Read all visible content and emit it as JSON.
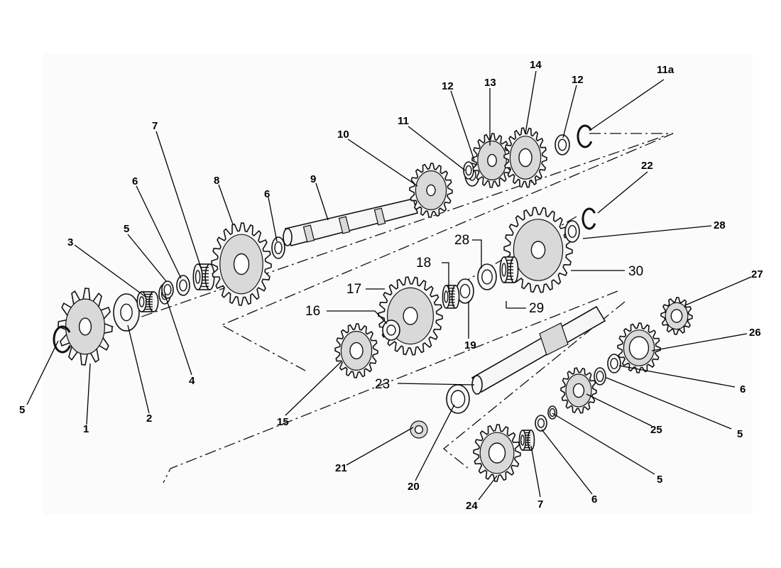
{
  "diagram": {
    "labels": [
      {
        "key": "l1",
        "text": "1"
      },
      {
        "key": "l2",
        "text": "2"
      },
      {
        "key": "l3",
        "text": "3"
      },
      {
        "key": "l4",
        "text": "4"
      },
      {
        "key": "l5a",
        "text": "5"
      },
      {
        "key": "l5b",
        "text": "5"
      },
      {
        "key": "l5c",
        "text": "5"
      },
      {
        "key": "l5d",
        "text": "5"
      },
      {
        "key": "l6a",
        "text": "6"
      },
      {
        "key": "l6b",
        "text": "6"
      },
      {
        "key": "l6c",
        "text": "6"
      },
      {
        "key": "l6d",
        "text": "6"
      },
      {
        "key": "l7a",
        "text": "7"
      },
      {
        "key": "l7b",
        "text": "7"
      },
      {
        "key": "l8",
        "text": "8"
      },
      {
        "key": "l9",
        "text": "9"
      },
      {
        "key": "l10",
        "text": "10"
      },
      {
        "key": "l11",
        "text": "11"
      },
      {
        "key": "l11a",
        "text": "11a"
      },
      {
        "key": "l12a",
        "text": "12"
      },
      {
        "key": "l12b",
        "text": "12"
      },
      {
        "key": "l13",
        "text": "13"
      },
      {
        "key": "l14",
        "text": "14"
      },
      {
        "key": "l15",
        "text": "15"
      },
      {
        "key": "l16",
        "text": "16"
      },
      {
        "key": "l17",
        "text": "17"
      },
      {
        "key": "l18",
        "text": "18"
      },
      {
        "key": "l19",
        "text": "19"
      },
      {
        "key": "l20",
        "text": "20"
      },
      {
        "key": "l21",
        "text": "21"
      },
      {
        "key": "l22",
        "text": "22"
      },
      {
        "key": "l23",
        "text": "23"
      },
      {
        "key": "l24",
        "text": "24"
      },
      {
        "key": "l25",
        "text": "25"
      },
      {
        "key": "l26",
        "text": "26"
      },
      {
        "key": "l27",
        "text": "27"
      },
      {
        "key": "l28a",
        "text": "28"
      },
      {
        "key": "l28b",
        "text": "28"
      },
      {
        "key": "l29",
        "text": "29"
      },
      {
        "key": "l30",
        "text": "30"
      }
    ]
  }
}
